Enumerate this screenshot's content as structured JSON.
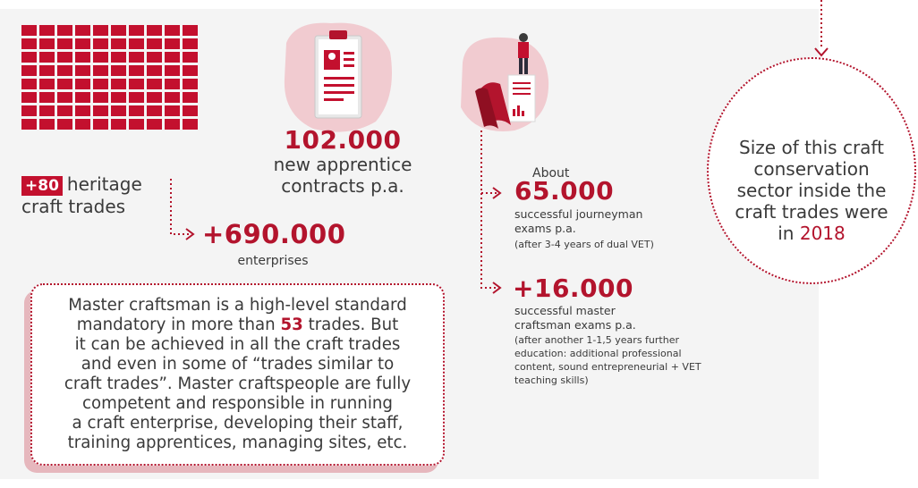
{
  "heritage": {
    "badge": "+80",
    "text_line1": "heritage",
    "text_line2": "craft trades"
  },
  "apprentice": {
    "number": "102.000",
    "line1": "new apprentice",
    "line2": "contracts p.a."
  },
  "enterprises": {
    "number": "+690.000",
    "label": "enterprises"
  },
  "journeyman": {
    "about": "About",
    "number": "65.000",
    "line1": "successful journeyman",
    "line2": "exams p.a.",
    "note": "(after 3-4 years of dual VET)"
  },
  "master_exams": {
    "number": "+16.000",
    "line1": "successful master",
    "line2": "craftsman exams p.a.",
    "note1": "(after another 1-1,5 years further",
    "note2": "education: additional professional",
    "note3": "content, sound entrepreneurial + VET",
    "note4": "teaching skills)"
  },
  "master_box": {
    "l1": "Master craftsman is a high-level standard",
    "l2a": "mandatory in more than ",
    "l2num": "53",
    "l2b": " trades. But",
    "l3": "it can be achieved in all the craft trades",
    "l4": "and even in some of “trades similar to",
    "l5": "craft trades”. Master craftspeople are fully",
    "l6": "competent and responsible in running",
    "l7": "a craft enterprise, developing their staff,",
    "l8": "training apprentices, managing sites, etc."
  },
  "circle": {
    "l1": "Size of this craft",
    "l2": "conservation",
    "l3": "sector inside the",
    "l4": "craft trades were",
    "l5a": "in ",
    "year": "2018"
  },
  "colors": {
    "accent": "#b3142d",
    "icon_bg": "#f1cbd0",
    "panel_bg": "#f4f4f4"
  },
  "icons": [
    "heritage-trades-grid",
    "apprentice-contract-icon",
    "journeyman-exam-icon",
    "dotted-arrow-icon"
  ]
}
